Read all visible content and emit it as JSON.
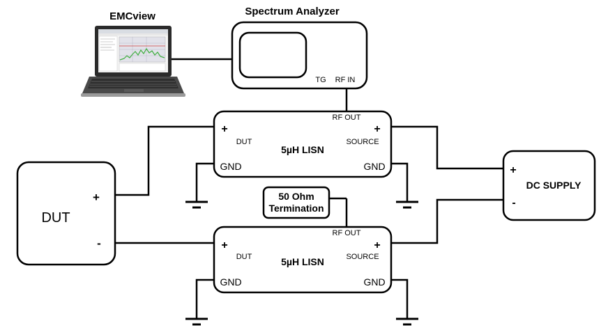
{
  "laptop": {
    "label": "EMCview",
    "icon": "laptop-icon"
  },
  "analyzer": {
    "title": "Spectrum Analyzer",
    "port_tg": "TG",
    "port_rf_in": "RF IN"
  },
  "lisn_top": {
    "name": "5µH LISN",
    "plus_left": "+",
    "plus_right": "+",
    "dut": "DUT",
    "source": "SOURCE",
    "gnd_left": "GND",
    "gnd_right": "GND",
    "rf_out": "RF OUT"
  },
  "lisn_bottom": {
    "name": "5µH LISN",
    "plus_left": "+",
    "plus_right": "+",
    "dut": "DUT",
    "source": "SOURCE",
    "gnd_left": "GND",
    "gnd_right": "GND",
    "rf_out": "RF OUT"
  },
  "termination": {
    "line1": "50 Ohm",
    "line2": "Termination"
  },
  "dut": {
    "label": "DUT",
    "plus": "+",
    "minus": "-"
  },
  "dc_supply": {
    "label": "DC SUPPLY",
    "plus": "+",
    "minus": "-"
  },
  "colors": {
    "stroke": "#000000",
    "background": "#ffffff",
    "screen_plot": "#3fae3f"
  }
}
